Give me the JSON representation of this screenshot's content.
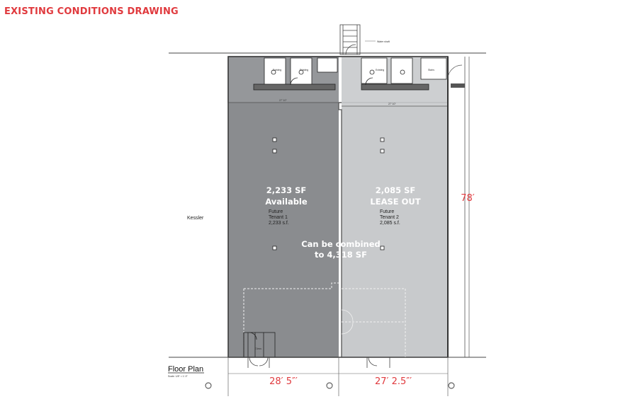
{
  "header": {
    "title": "EXISTING CONDITIONS DRAWING"
  },
  "units": {
    "left": {
      "area": "2,233 SF",
      "status": "Available",
      "future": "Future",
      "tenant": "Tenant 1",
      "sf": "2,233 s.f."
    },
    "right": {
      "area": "2,085 SF",
      "status": "LEASE OUT",
      "future": "Future",
      "tenant": "Tenant 2",
      "sf": "2,085 s.f."
    }
  },
  "combined": {
    "line1": "Can be combined",
    "line2": "to 4,318 SF"
  },
  "neighbor": "Kessler",
  "dimensions": {
    "depth": "78′",
    "left_width": "28′ 5″′",
    "right_width": "27′ 2.5″′"
  },
  "plan": {
    "title": "Floor Plan",
    "scale": "Scale: 1/8\" = 1'-0\""
  },
  "colors": {
    "accent": "#e03a3e",
    "left_unit": "#8a8c8f",
    "right_unit": "#c8cacc"
  }
}
